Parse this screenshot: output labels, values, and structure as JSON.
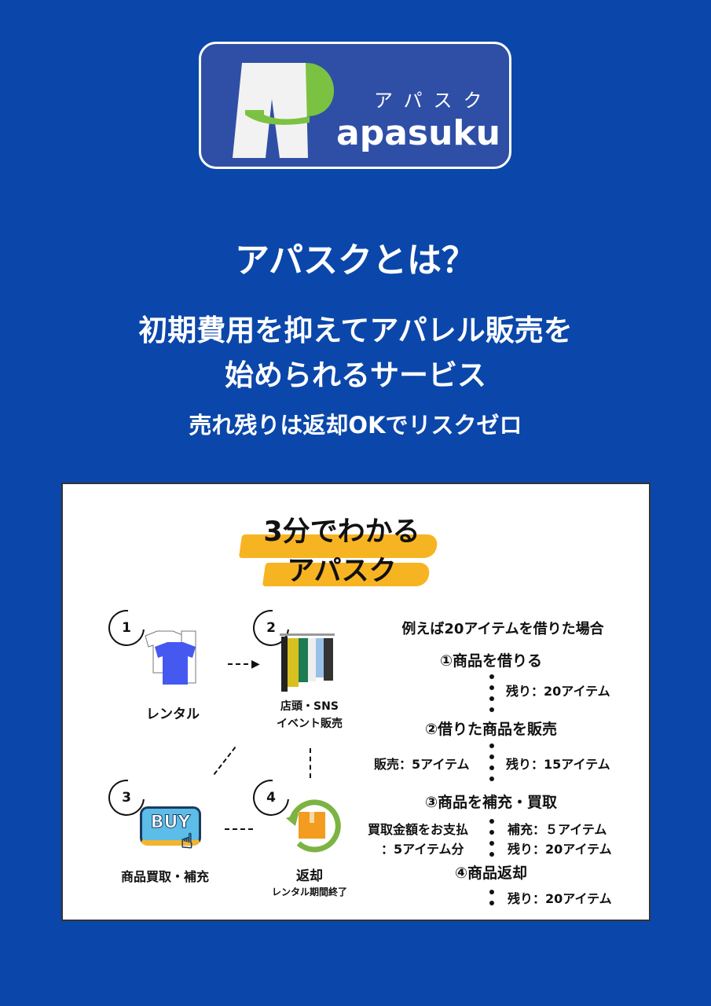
{
  "logo": {
    "kana": "アパスク",
    "name": "apasuku",
    "colors": {
      "bg": "#2f4fa6",
      "green": "#7cc242"
    }
  },
  "hero": {
    "title": "アパスクとは？",
    "lead_line1": "初期費用を抑えてアパレル販売を",
    "lead_line2": "始められるサービス",
    "sub": "売れ残りは返却OKでリスクゼロ"
  },
  "card": {
    "title_line1": "3分でわかる",
    "title_line2": "アパスク",
    "steps": [
      {
        "num": "1",
        "label": "レンタル",
        "icon": "clothes-icon"
      },
      {
        "num": "2",
        "label": "店頭・SNS",
        "label2": "イベント販売",
        "icon": "clothes-rack-icon"
      },
      {
        "num": "3",
        "label": "商品買取・補充",
        "icon": "buy-button-icon",
        "icon_text": "BUY"
      },
      {
        "num": "4",
        "label": "返却",
        "label2": "レンタル期間終了",
        "icon": "return-box-icon"
      }
    ],
    "example": {
      "title": "例えば20アイテムを借りた場合",
      "s1": "①商品を借りる",
      "s1_right": "残り：20アイテム",
      "s2": "②借りた商品を販売",
      "s2_left": "販売：5アイテム",
      "s2_right": "残り：15アイテム",
      "s3": "③商品を補充・買取",
      "s3_left1": "買取金額をお支払",
      "s3_left2": "：5アイテム分",
      "s3_right1": "補充：５アイテム",
      "s3_right2": "残り：20アイテム",
      "s4": "④商品返却",
      "s4_right": "残り：20アイテム"
    }
  }
}
